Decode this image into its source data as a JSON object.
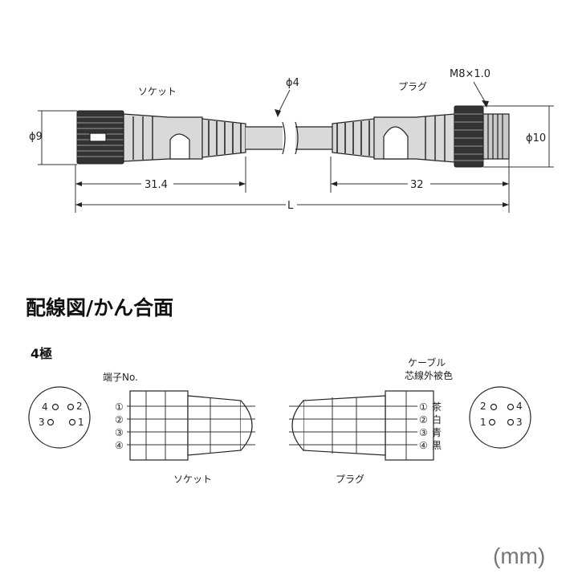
{
  "dimensions": {
    "socket_label": "ソケット",
    "plug_label": "プラグ",
    "thread": "M8×1.0",
    "cable_dia": "ϕ4",
    "socket_dia": "ϕ9",
    "plug_dia": "ϕ10",
    "socket_len": "31.4",
    "plug_len": "32",
    "total_len": "L"
  },
  "wiring": {
    "title": "配線図/かん合面",
    "subtitle": "4極",
    "terminal_label": "端子No.",
    "cable_label_1": "ケーブル",
    "cable_label_2": "芯線外被色",
    "socket_label": "ソケット",
    "plug_label": "プラグ",
    "terminals": [
      "①",
      "②",
      "③",
      "④"
    ],
    "colors": [
      "茶",
      "白",
      "青",
      "黒"
    ],
    "left_face_pins": [
      "4",
      "2",
      "3",
      "1"
    ],
    "right_face_pins": [
      "2",
      "4",
      "1",
      "3"
    ]
  },
  "unit": "(mm)"
}
